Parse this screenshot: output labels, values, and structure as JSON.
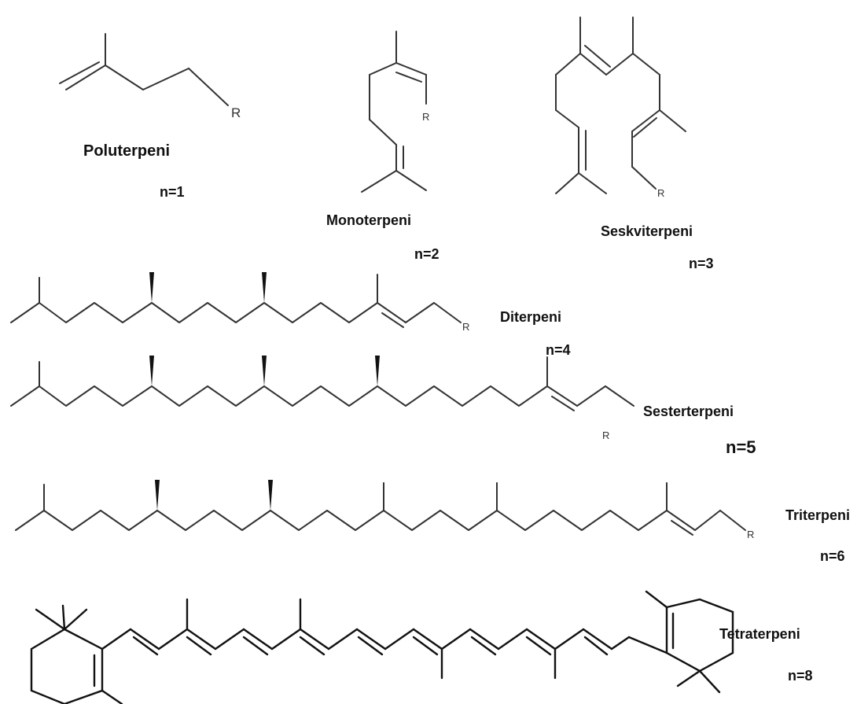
{
  "substituent_symbol": "R",
  "classes": [
    {
      "id": "poluterpeni",
      "name": "Poluterpeni",
      "n": "n=1"
    },
    {
      "id": "monoterpeni",
      "name": "Monoterpeni",
      "n": "n=2"
    },
    {
      "id": "seskviterpeni",
      "name": "Seskviterpeni",
      "n": "n=3"
    },
    {
      "id": "diterpeni",
      "name": "Diterpeni",
      "n": "n=4"
    },
    {
      "id": "sesterterpeni",
      "name": "Sesterterpeni",
      "n": "n=5"
    },
    {
      "id": "triterpeni",
      "name": "Triterpeni",
      "n": "n=6"
    },
    {
      "id": "tetraterpeni",
      "name": "Tetraterpeni",
      "n": "n=8"
    }
  ]
}
